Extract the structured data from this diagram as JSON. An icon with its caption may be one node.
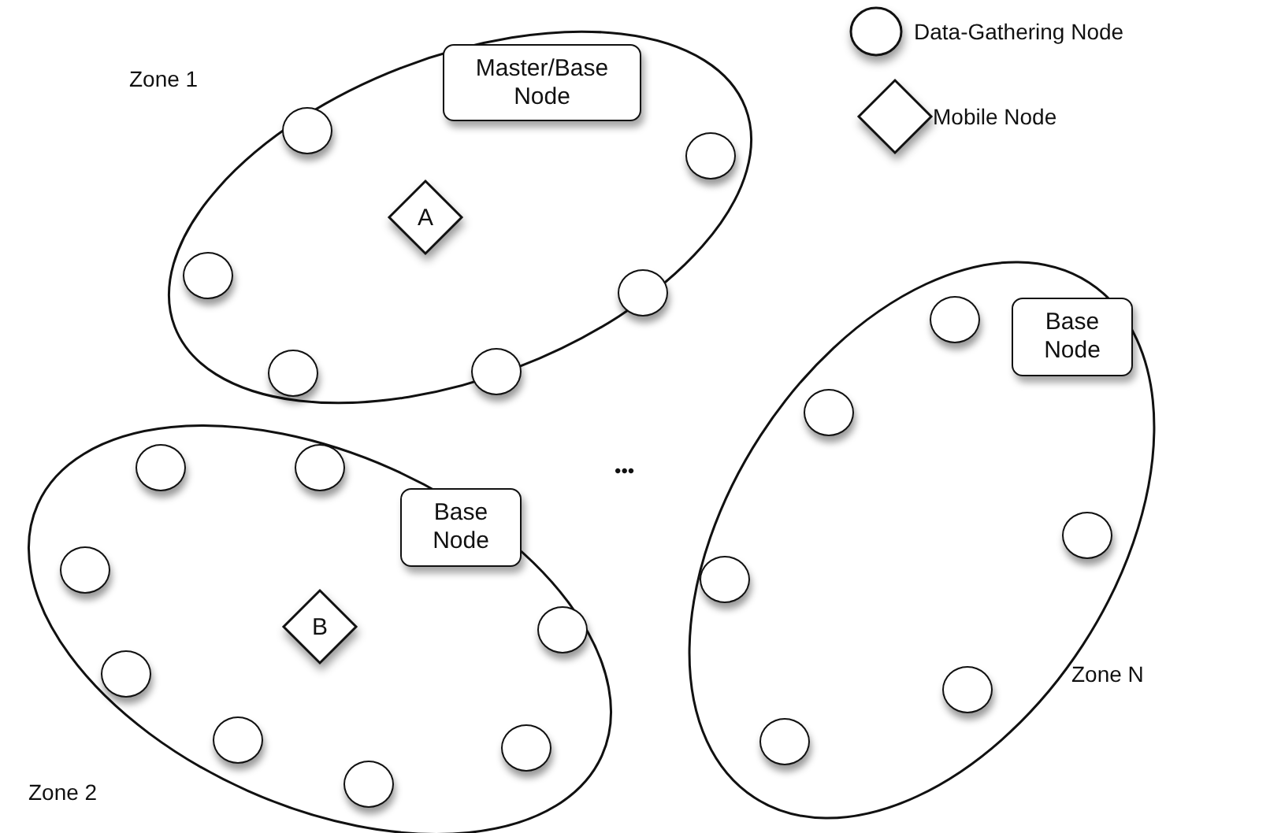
{
  "diagram": {
    "nodes": [
      {
        "text": [
          "Zone 1"
        ]
      },
      {
        "text": [
          "Master/Base Node"
        ],
        "in": 0
      },
      {
        "text": [
          "A"
        ],
        "in": 0
      },
      {
        "text": [],
        "shape": "circle",
        "in": 0
      },
      {
        "text": [],
        "shape": "circle",
        "in": 0
      },
      {
        "text": [],
        "shape": "circle",
        "in": 0
      },
      {
        "text": [],
        "shape": "circle",
        "in": 0
      },
      {
        "text": [],
        "shape": "circle",
        "in": 0
      },
      {
        "text": [],
        "shape": "circle",
        "in": 0
      },
      {
        "text": [
          "Zone 2"
        ]
      },
      {
        "text": [
          "Base Node"
        ],
        "in": 9
      },
      {
        "text": [
          "B"
        ],
        "in": 9
      },
      {
        "text": [],
        "shape": "circle",
        "in": 9
      },
      {
        "text": [],
        "shape": "circle",
        "in": 9
      },
      {
        "text": [],
        "shape": "circle",
        "in": 9
      },
      {
        "text": [],
        "shape": "circle",
        "in": 9
      },
      {
        "text": [],
        "shape": "circle",
        "in": 9
      },
      {
        "text": [],
        "shape": "circle",
        "in": 9
      },
      {
        "text": [],
        "shape": "circle",
        "in": 9
      },
      {
        "text": [],
        "shape": "circle",
        "in": 9
      },
      {
        "text": [
          "Zone N"
        ]
      },
      {
        "text": [
          "Base Node"
        ],
        "in": 20
      },
      {
        "text": [],
        "shape": "circle",
        "in": 20
      },
      {
        "text": [],
        "shape": "circle",
        "in": 20
      },
      {
        "text": [],
        "shape": "circle",
        "in": 20
      },
      {
        "text": [],
        "shape": "circle",
        "in": 20
      },
      {
        "text": [],
        "shape": "circle",
        "in": 20
      },
      {
        "text": [],
        "shape": "circle",
        "in": 20
      }
    ],
    "labels": [
      "•••"
    ],
    "legend": [
      {
        "text": "Data-Gathering Node"
      },
      {
        "text": "Mobile Node"
      }
    ]
  }
}
